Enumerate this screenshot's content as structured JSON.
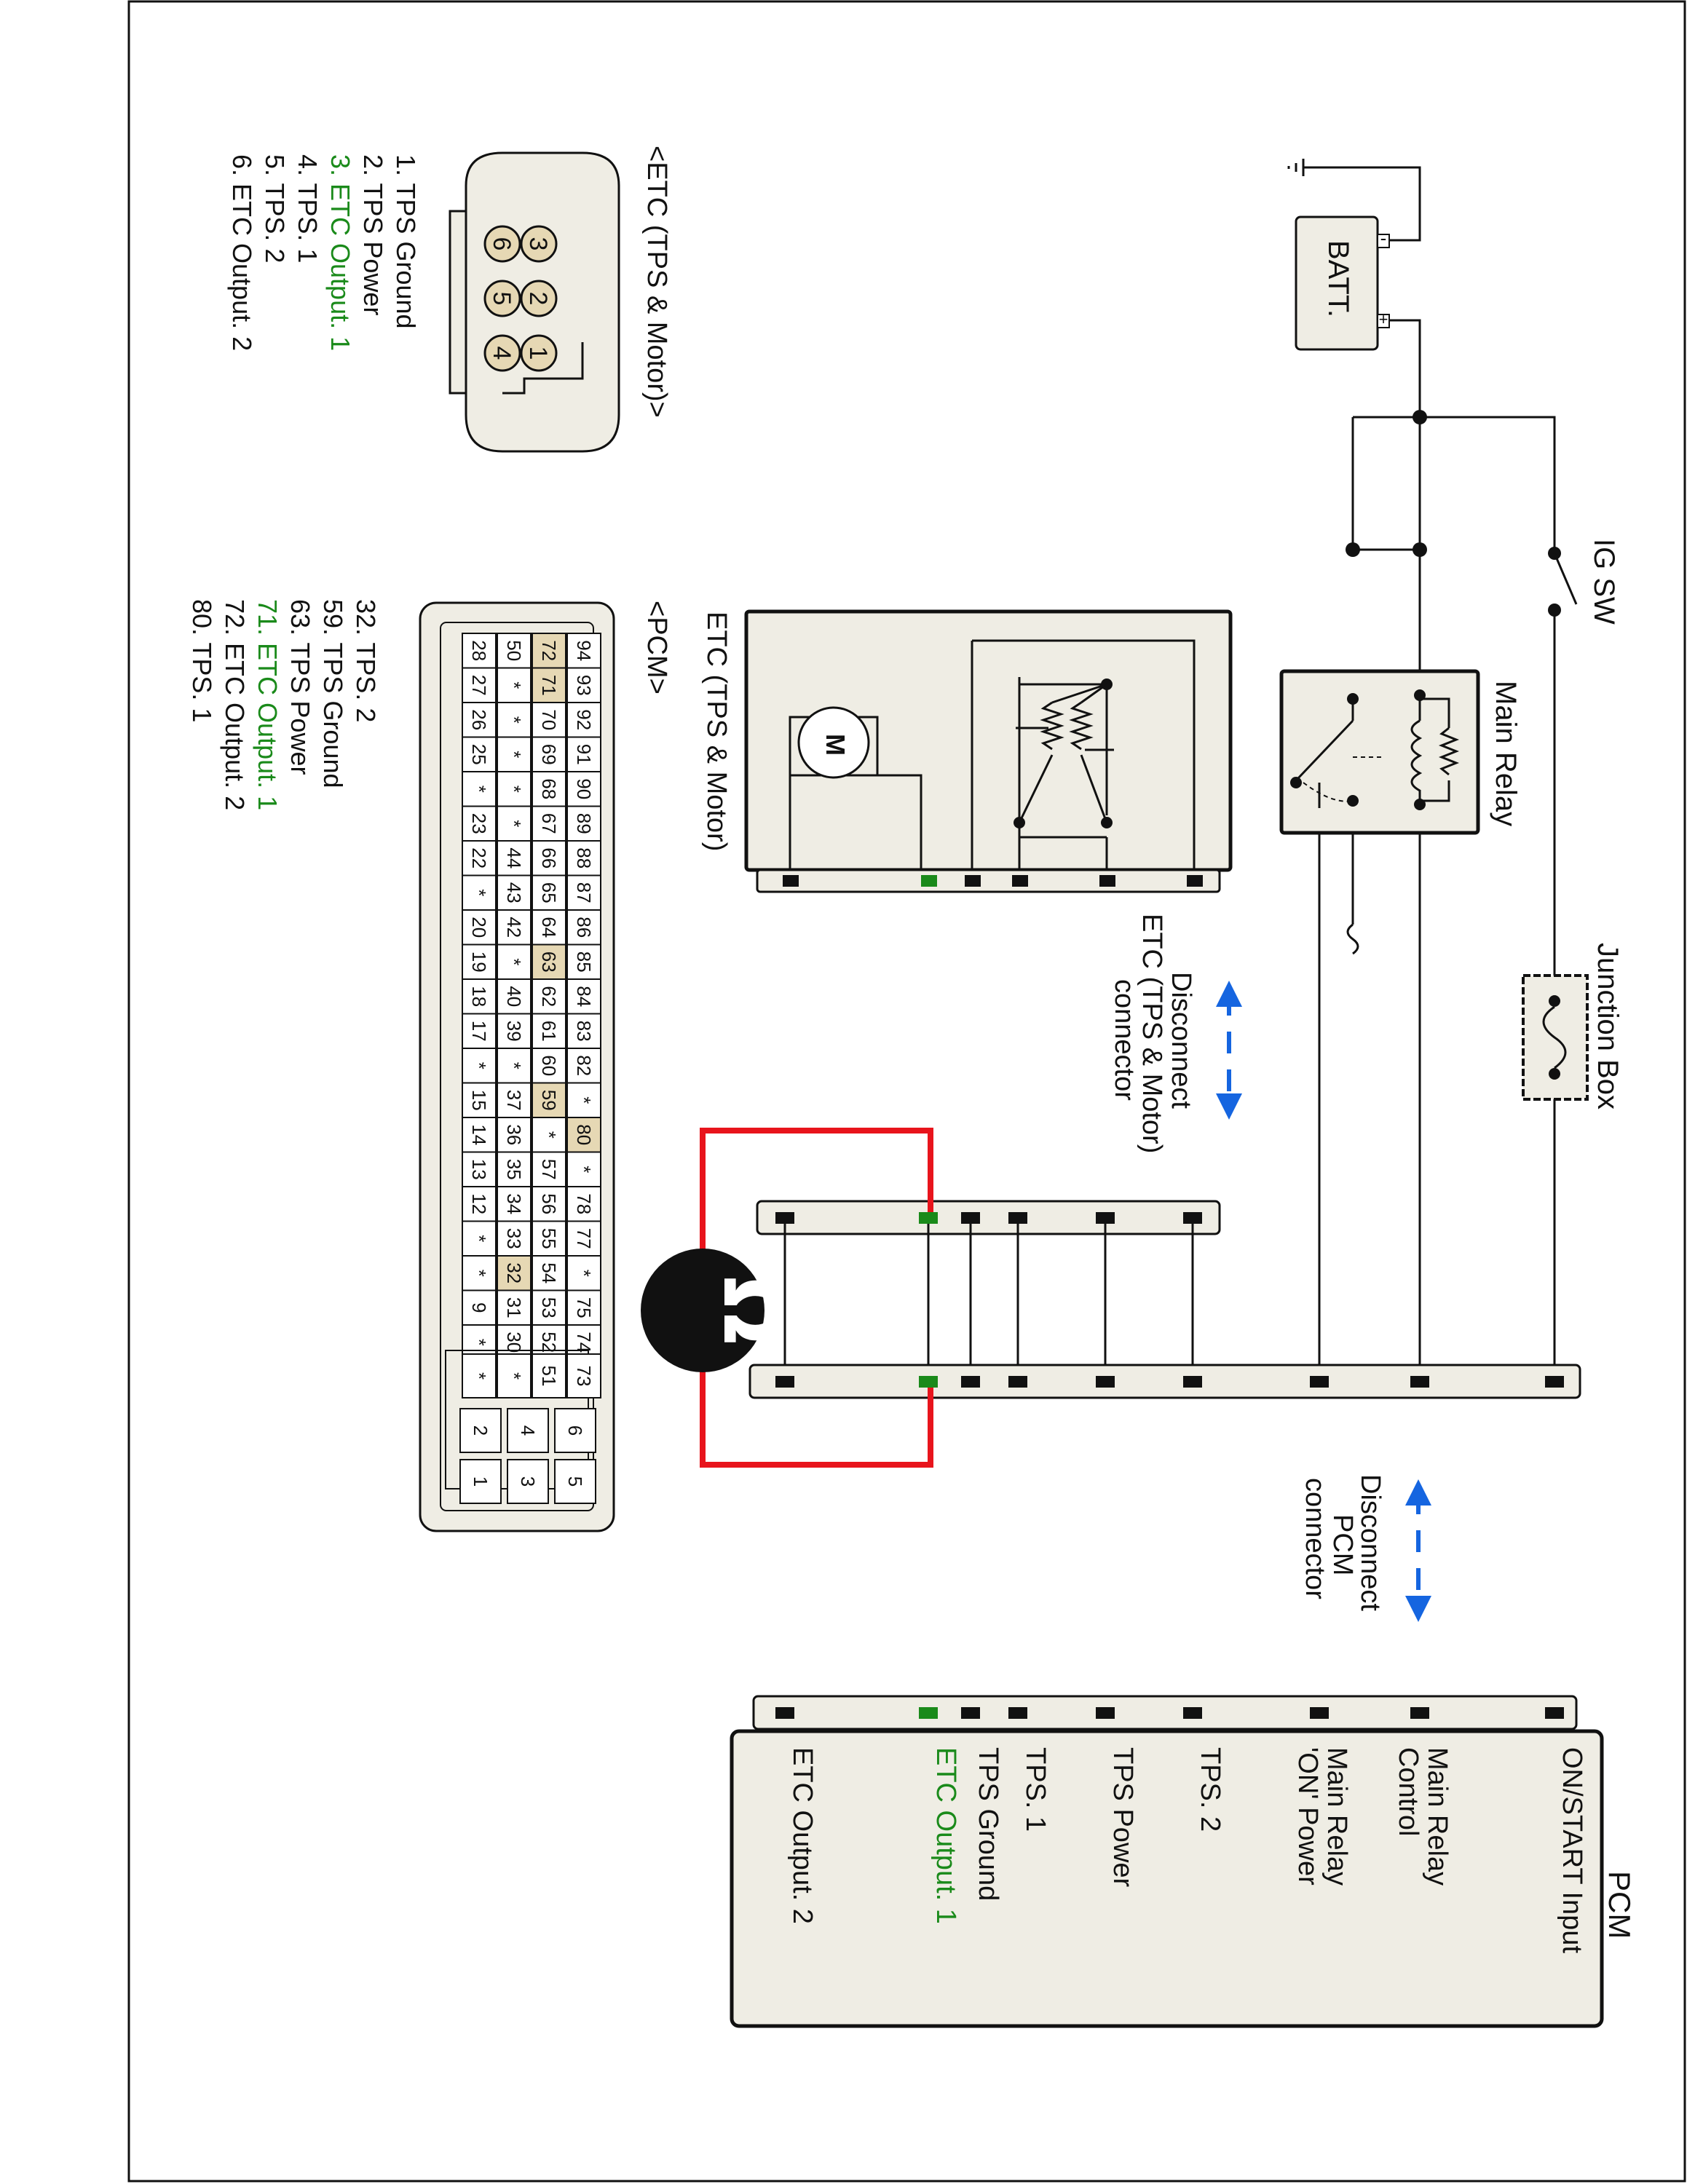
{
  "batt": {
    "label": "BATT.",
    "minus": "-",
    "plus": "+"
  },
  "ig_sw": {
    "label": "IG SW"
  },
  "main_relay": {
    "label": "Main Relay"
  },
  "junction_box": {
    "label": "Junction Box"
  },
  "etc_component": {
    "label": "ETC (TPS & Motor)",
    "motor_symbol": "M"
  },
  "etc_disconnect": {
    "lines": [
      "Disconnect",
      "ETC (TPS & Motor)",
      "connector"
    ]
  },
  "pcm_disconnect": {
    "lines": [
      "Disconnect",
      "PCM",
      "connector"
    ]
  },
  "pcm": {
    "title": "PCM",
    "pins": [
      {
        "lines": [
          "ON/START Input"
        ],
        "color": "#111111"
      },
      {
        "lines": [
          "Main Relay",
          "Control"
        ],
        "color": "#111111"
      },
      {
        "lines": [
          "Main Relay",
          "'ON' Power"
        ],
        "color": "#111111"
      },
      {
        "lines": [
          "TPS. 2"
        ],
        "color": "#111111"
      },
      {
        "lines": [
          "TPS Power"
        ],
        "color": "#111111"
      },
      {
        "lines": [
          "TPS. 1"
        ],
        "color": "#111111"
      },
      {
        "lines": [
          "TPS Ground"
        ],
        "color": "#111111"
      },
      {
        "lines": [
          "ETC Output. 1"
        ],
        "color": "#1a8a1a"
      },
      {
        "lines": [
          "ETC Output. 2"
        ],
        "color": "#111111"
      }
    ]
  },
  "ohmmeter": {
    "symbol": "Ω"
  },
  "etc_connector": {
    "title": "<ETC (TPS & Motor)>",
    "pins_row1": [
      "3",
      "2",
      "1"
    ],
    "pins_row2": [
      "6",
      "5",
      "4"
    ],
    "legend": [
      {
        "text": "1. TPS Ground",
        "color": "#111111"
      },
      {
        "text": "2. TPS Power",
        "color": "#111111"
      },
      {
        "text": "3. ETC Output. 1",
        "color": "#1a8a1a"
      },
      {
        "text": "4. TPS. 1",
        "color": "#111111"
      },
      {
        "text": "5. TPS. 2",
        "color": "#111111"
      },
      {
        "text": "6. ETC Output. 2",
        "color": "#111111"
      }
    ]
  },
  "pcm_connector": {
    "title": "<PCM>",
    "row1": [
      "94",
      "93",
      "92",
      "91",
      "90",
      "89",
      "88",
      "87",
      "86",
      "85",
      "84",
      "83",
      "82",
      "*",
      "80",
      "*",
      "78",
      "77",
      "*",
      "75",
      "74"
    ],
    "row2": [
      "72",
      "71",
      "70",
      "69",
      "68",
      "67",
      "66",
      "65",
      "64",
      "63",
      "62",
      "61",
      "60",
      "59",
      "*",
      "57",
      "56",
      "55",
      "54",
      "53",
      "52"
    ],
    "row3": [
      "50",
      "*",
      "*",
      "*",
      "*",
      "*",
      "44",
      "43",
      "42",
      "*",
      "40",
      "39",
      "*",
      "37",
      "36",
      "35",
      "34",
      "33",
      "32",
      "31",
      "30"
    ],
    "row4": [
      "28",
      "27",
      "26",
      "25",
      "*",
      "23",
      "22",
      "*",
      "20",
      "19",
      "18",
      "17",
      "*",
      "15",
      "14",
      "13",
      "12",
      "*",
      "*",
      "9",
      "*"
    ],
    "highlight": [
      "72",
      "71",
      "63",
      "59",
      "80",
      "32"
    ],
    "block2_rows": [
      [
        "73"
      ],
      [
        "51"
      ],
      [
        "*"
      ],
      [
        "*"
      ]
    ],
    "block3_rows": [
      [
        "6",
        "5"
      ],
      [
        "4",
        "3"
      ],
      [
        "2",
        "1"
      ]
    ],
    "legend": [
      {
        "text": "32. TPS. 2",
        "color": "#111111"
      },
      {
        "text": "59. TPS Ground",
        "color": "#111111"
      },
      {
        "text": "63. TPS Power",
        "color": "#111111"
      },
      {
        "text": "71. ETC Output. 1",
        "color": "#1a8a1a"
      },
      {
        "text": "72. ETC Output. 2",
        "color": "#111111"
      },
      {
        "text": "80. TPS. 1",
        "color": "#111111"
      }
    ]
  },
  "colors": {
    "wire": "#111111",
    "probe": "#e8141c",
    "arrow": "#1565e0",
    "highlight_green": "#1a8a1a",
    "panel_fill": "#efede4",
    "pin_fill": "#e6d8b4"
  }
}
